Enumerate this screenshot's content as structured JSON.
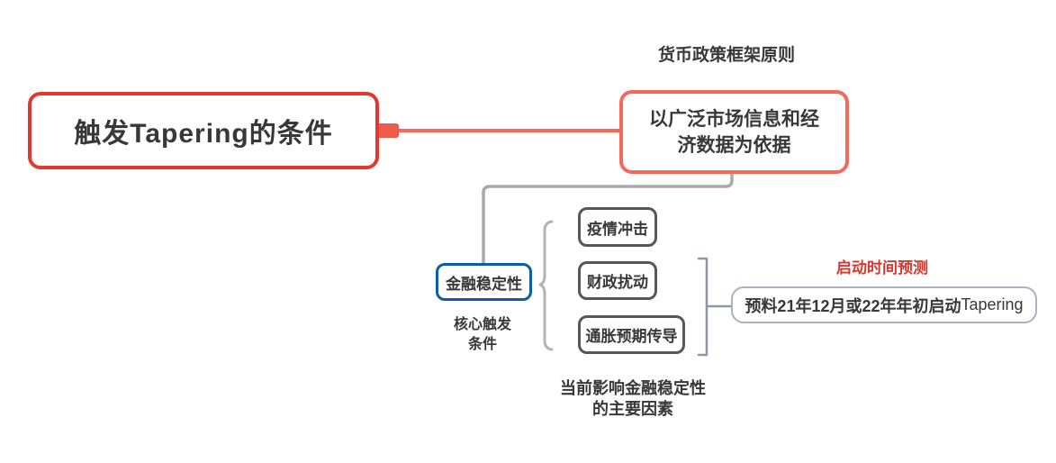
{
  "colors": {
    "root-border": "#e2382f",
    "branch-coral": "#f4695c",
    "nub": "#ef5b4b",
    "stability-blue": "#0e5ca7",
    "child-border": "#575757",
    "connector": "#a9a9a9",
    "brace": "#b4b4b4",
    "bracket": "#8d97a6",
    "summary-border": "#a9b2c0",
    "text": "#383838",
    "forecast-red": "#d9362e",
    "background": "#ffffff"
  },
  "nodes": {
    "root": {
      "label": "触发Tapering的条件"
    },
    "policy": {
      "overline": "货币政策框架原则",
      "line1": "以广泛市场信息和经",
      "line2": "济数据为依据"
    },
    "stability": {
      "label": "金融稳定性",
      "note_line1": "核心触发",
      "note_line2": "条件"
    },
    "factors": [
      {
        "label": "疫情冲击"
      },
      {
        "label": "财政扰动"
      },
      {
        "label": "通胀预期传导"
      }
    ],
    "factors_note": {
      "line1": "当前影响金融稳定性",
      "line2": "的主要因素"
    },
    "summary": {
      "overline": "启动时间预测",
      "label_zh": "预料21年12月或22年年初启动",
      "label_en": "Tapering"
    }
  }
}
